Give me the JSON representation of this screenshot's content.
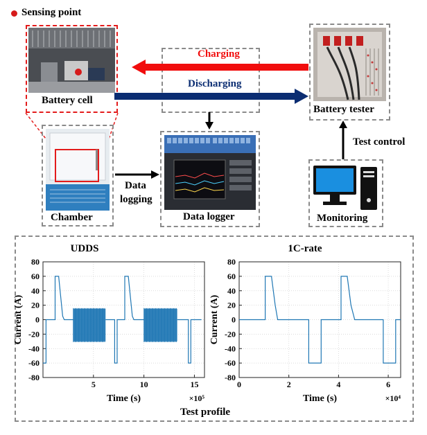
{
  "labels": {
    "sensing_point": "Sensing point",
    "battery_cell": "Battery cell",
    "charging": "Charging",
    "discharging": "Discharging",
    "battery_tester": "Battery tester",
    "test_control": "Test control",
    "chamber": "Chamber",
    "data": "Data",
    "logging": "logging",
    "data_logger": "Data logger",
    "monitoring": "Monitoring",
    "test_profile": "Test profile"
  },
  "colors": {
    "charging_arrow": "#f10d0d",
    "discharging_arrow": "#0b2d72",
    "sensing_dot": "#d61b1b",
    "frame_red": "#e31b1b",
    "frame_gray": "#8a8a8a",
    "series": "#1f77b4"
  },
  "chart_data": [
    {
      "type": "line",
      "title": "UDDS",
      "xlabel": "Time (s)",
      "ylabel": "Current (A)",
      "x_multiplier": "×10⁵",
      "xlim": [
        0,
        16
      ],
      "ylim": [
        -80,
        80
      ],
      "xticks": [
        5,
        10,
        15
      ],
      "yticks": [
        80,
        60,
        40,
        20,
        0,
        -20,
        -40,
        -60,
        -80
      ],
      "grid": true,
      "series": [
        {
          "x": [
            0,
            0.3,
            0.3,
            0.55,
            0.55,
            1.2,
            1.2,
            1.55,
            1.95,
            2.1,
            3.0
          ],
          "y": [
            -60,
            -60,
            0,
            0,
            0,
            0,
            60,
            60,
            5,
            0,
            0
          ]
        },
        {
          "x": [
            6.2,
            7.1,
            7.1,
            7.35,
            7.35,
            8.1,
            8.1,
            8.45,
            8.85,
            9.0,
            10.0
          ],
          "y": [
            0,
            0,
            -60,
            -60,
            0,
            0,
            60,
            60,
            5,
            0,
            0
          ]
        },
        {
          "x": [
            13.3,
            14.4,
            14.4,
            14.65,
            14.65,
            15.7
          ],
          "y": [
            0,
            0,
            -60,
            -60,
            0,
            0
          ]
        }
      ],
      "dense_segments": [
        {
          "x_start": 3.0,
          "x_end": 6.2,
          "y_min": -30,
          "y_max": 15
        },
        {
          "x_start": 10.0,
          "x_end": 13.3,
          "y_min": -30,
          "y_max": 15
        }
      ]
    },
    {
      "type": "line",
      "title": "1C-rate",
      "xlabel": "Time (s)",
      "ylabel": "Current (A)",
      "x_multiplier": "×10⁴",
      "xlim": [
        0,
        6.5
      ],
      "ylim": [
        -80,
        80
      ],
      "xticks": [
        0,
        2,
        4,
        6
      ],
      "yticks": [
        80,
        60,
        40,
        20,
        0,
        -20,
        -40,
        -60,
        -80
      ],
      "grid": true,
      "series": [
        {
          "x": [
            0,
            1.05,
            1.05,
            1.3,
            1.45,
            1.55,
            2.8,
            2.8,
            3.3,
            3.3,
            4.1,
            4.1,
            4.35,
            4.5,
            4.65,
            5.8,
            5.8,
            6.3,
            6.3,
            6.5
          ],
          "y": [
            0,
            0,
            60,
            60,
            20,
            0,
            0,
            -60,
            -60,
            0,
            0,
            60,
            60,
            20,
            0,
            0,
            -60,
            -60,
            0,
            0
          ]
        }
      ]
    }
  ]
}
